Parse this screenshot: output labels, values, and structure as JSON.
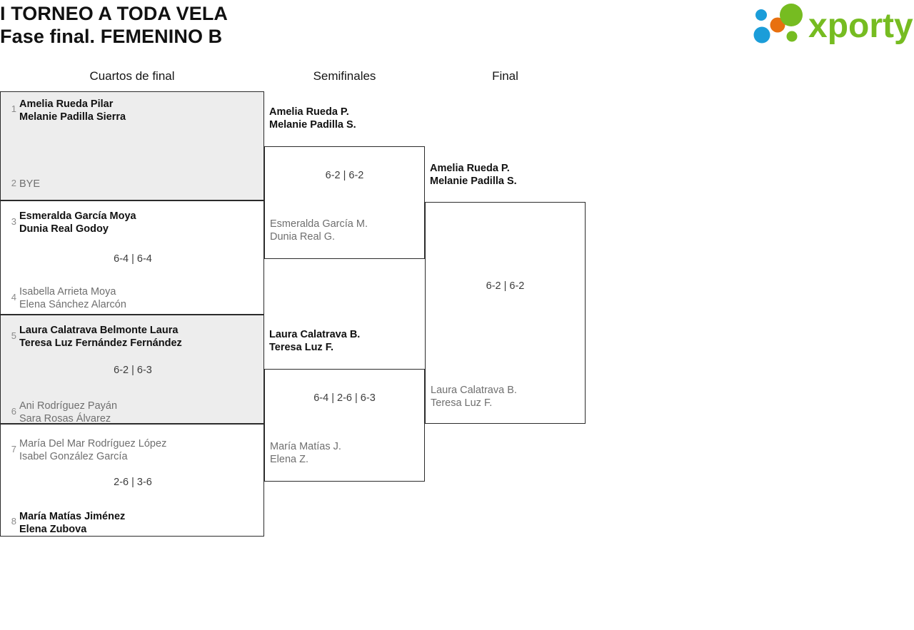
{
  "header": {
    "title_line1": "I TORNEO A TODA VELA",
    "title_line2": "Fase final. FEMENINO B",
    "logo_text": "xporty",
    "logo_colors": {
      "green": "#76bc21",
      "blue": "#1b9dd9",
      "orange": "#e8700f"
    }
  },
  "rounds": [
    {
      "id": "qf",
      "label": "Cuartos de final"
    },
    {
      "id": "sf",
      "label": "Semifinales"
    },
    {
      "id": "final",
      "label": "Final"
    }
  ],
  "bracket": {
    "quarterfinals": [
      {
        "shaded": true,
        "top": {
          "seed": "1",
          "line1": "Amelia Rueda Pilar",
          "line2": "Melanie Padilla Sierra",
          "winner": true
        },
        "bottom": {
          "seed": "2",
          "line1": "BYE",
          "line2": "",
          "winner": false
        },
        "score": ""
      },
      {
        "shaded": false,
        "top": {
          "seed": "3",
          "line1": "Esmeralda García Moya",
          "line2": "Dunia Real Godoy",
          "winner": true
        },
        "bottom": {
          "seed": "4",
          "line1": "Isabella Arrieta Moya",
          "line2": "Elena Sánchez Alarcón",
          "winner": false
        },
        "score": "6-4 | 6-4"
      },
      {
        "shaded": true,
        "top": {
          "seed": "5",
          "line1": "Laura Calatrava Belmonte Laura",
          "line2": "Teresa Luz Fernández Fernández",
          "winner": true
        },
        "bottom": {
          "seed": "6",
          "line1": "Ani Rodríguez Payán",
          "line2": "Sara Rosas Álvarez",
          "winner": false
        },
        "score": "6-2 | 6-3"
      },
      {
        "shaded": false,
        "top": {
          "seed": "7",
          "line1": "María Del Mar Rodríguez López",
          "line2": "Isabel González García",
          "winner": false
        },
        "bottom": {
          "seed": "8",
          "line1": "María Matías Jiménez",
          "line2": "Elena Zubova",
          "winner": true
        },
        "score": "2-6 | 3-6"
      }
    ],
    "semifinals": [
      {
        "top": {
          "line1": "Amelia Rueda P.",
          "line2": "Melanie Padilla S.",
          "winner": true
        },
        "bottom": {
          "line1": "Esmeralda García M.",
          "line2": "Dunia Real G.",
          "winner": false
        },
        "score": "6-2 | 6-2"
      },
      {
        "top": {
          "line1": "Laura Calatrava B.",
          "line2": "Teresa Luz F.",
          "winner": true
        },
        "bottom": {
          "line1": "María Matías J.",
          "line2": "Elena Z.",
          "winner": false
        },
        "score": "6-4 | 2-6 | 6-3"
      }
    ],
    "final": {
      "top": {
        "line1": "Amelia Rueda P.",
        "line2": "Melanie Padilla S.",
        "winner": true
      },
      "bottom": {
        "line1": "Laura Calatrava B.",
        "line2": "Teresa Luz F.",
        "winner": false
      },
      "score": "6-2 | 6-2"
    }
  }
}
